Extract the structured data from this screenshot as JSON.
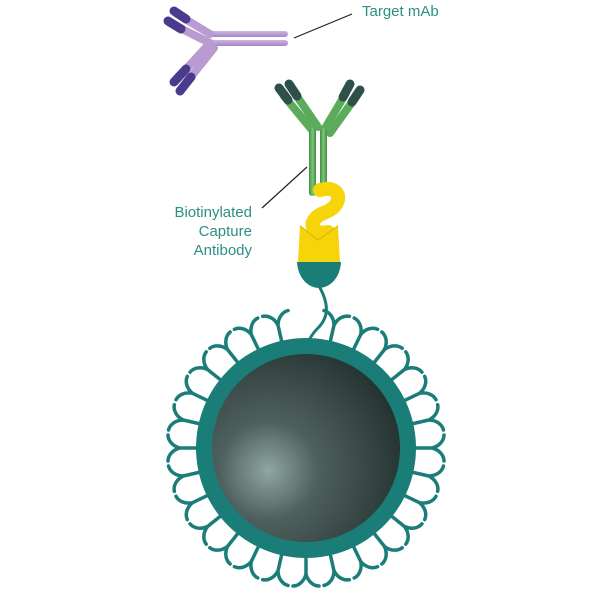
{
  "labels": {
    "target_mab": "Target mAb",
    "biotinylated_capture_antibody": [
      "Biotinylated",
      "Capture",
      "Antibody"
    ]
  },
  "colors": {
    "label_text": "#2c8f86",
    "leader_line": "#222222",
    "target_mab_body": "#b89bd1",
    "target_mab_tip": "#4a3b8e",
    "capture_ab_body": "#5aab5a",
    "capture_ab_tip": "#2f4f4a",
    "biotin_streptavidin": "#f5d40a",
    "bead_shell": "#1a7d78",
    "bead_core": "#3a4a48",
    "bead_ligand": "#1a7d78"
  },
  "icons": {
    "target_mab": "y-antibody-icon",
    "capture_antibody": "y-antibody-icon",
    "biotin": "biotin-hook-icon",
    "streptavidin": "streptavidin-block-icon",
    "bead": "magnetic-bead-icon"
  }
}
